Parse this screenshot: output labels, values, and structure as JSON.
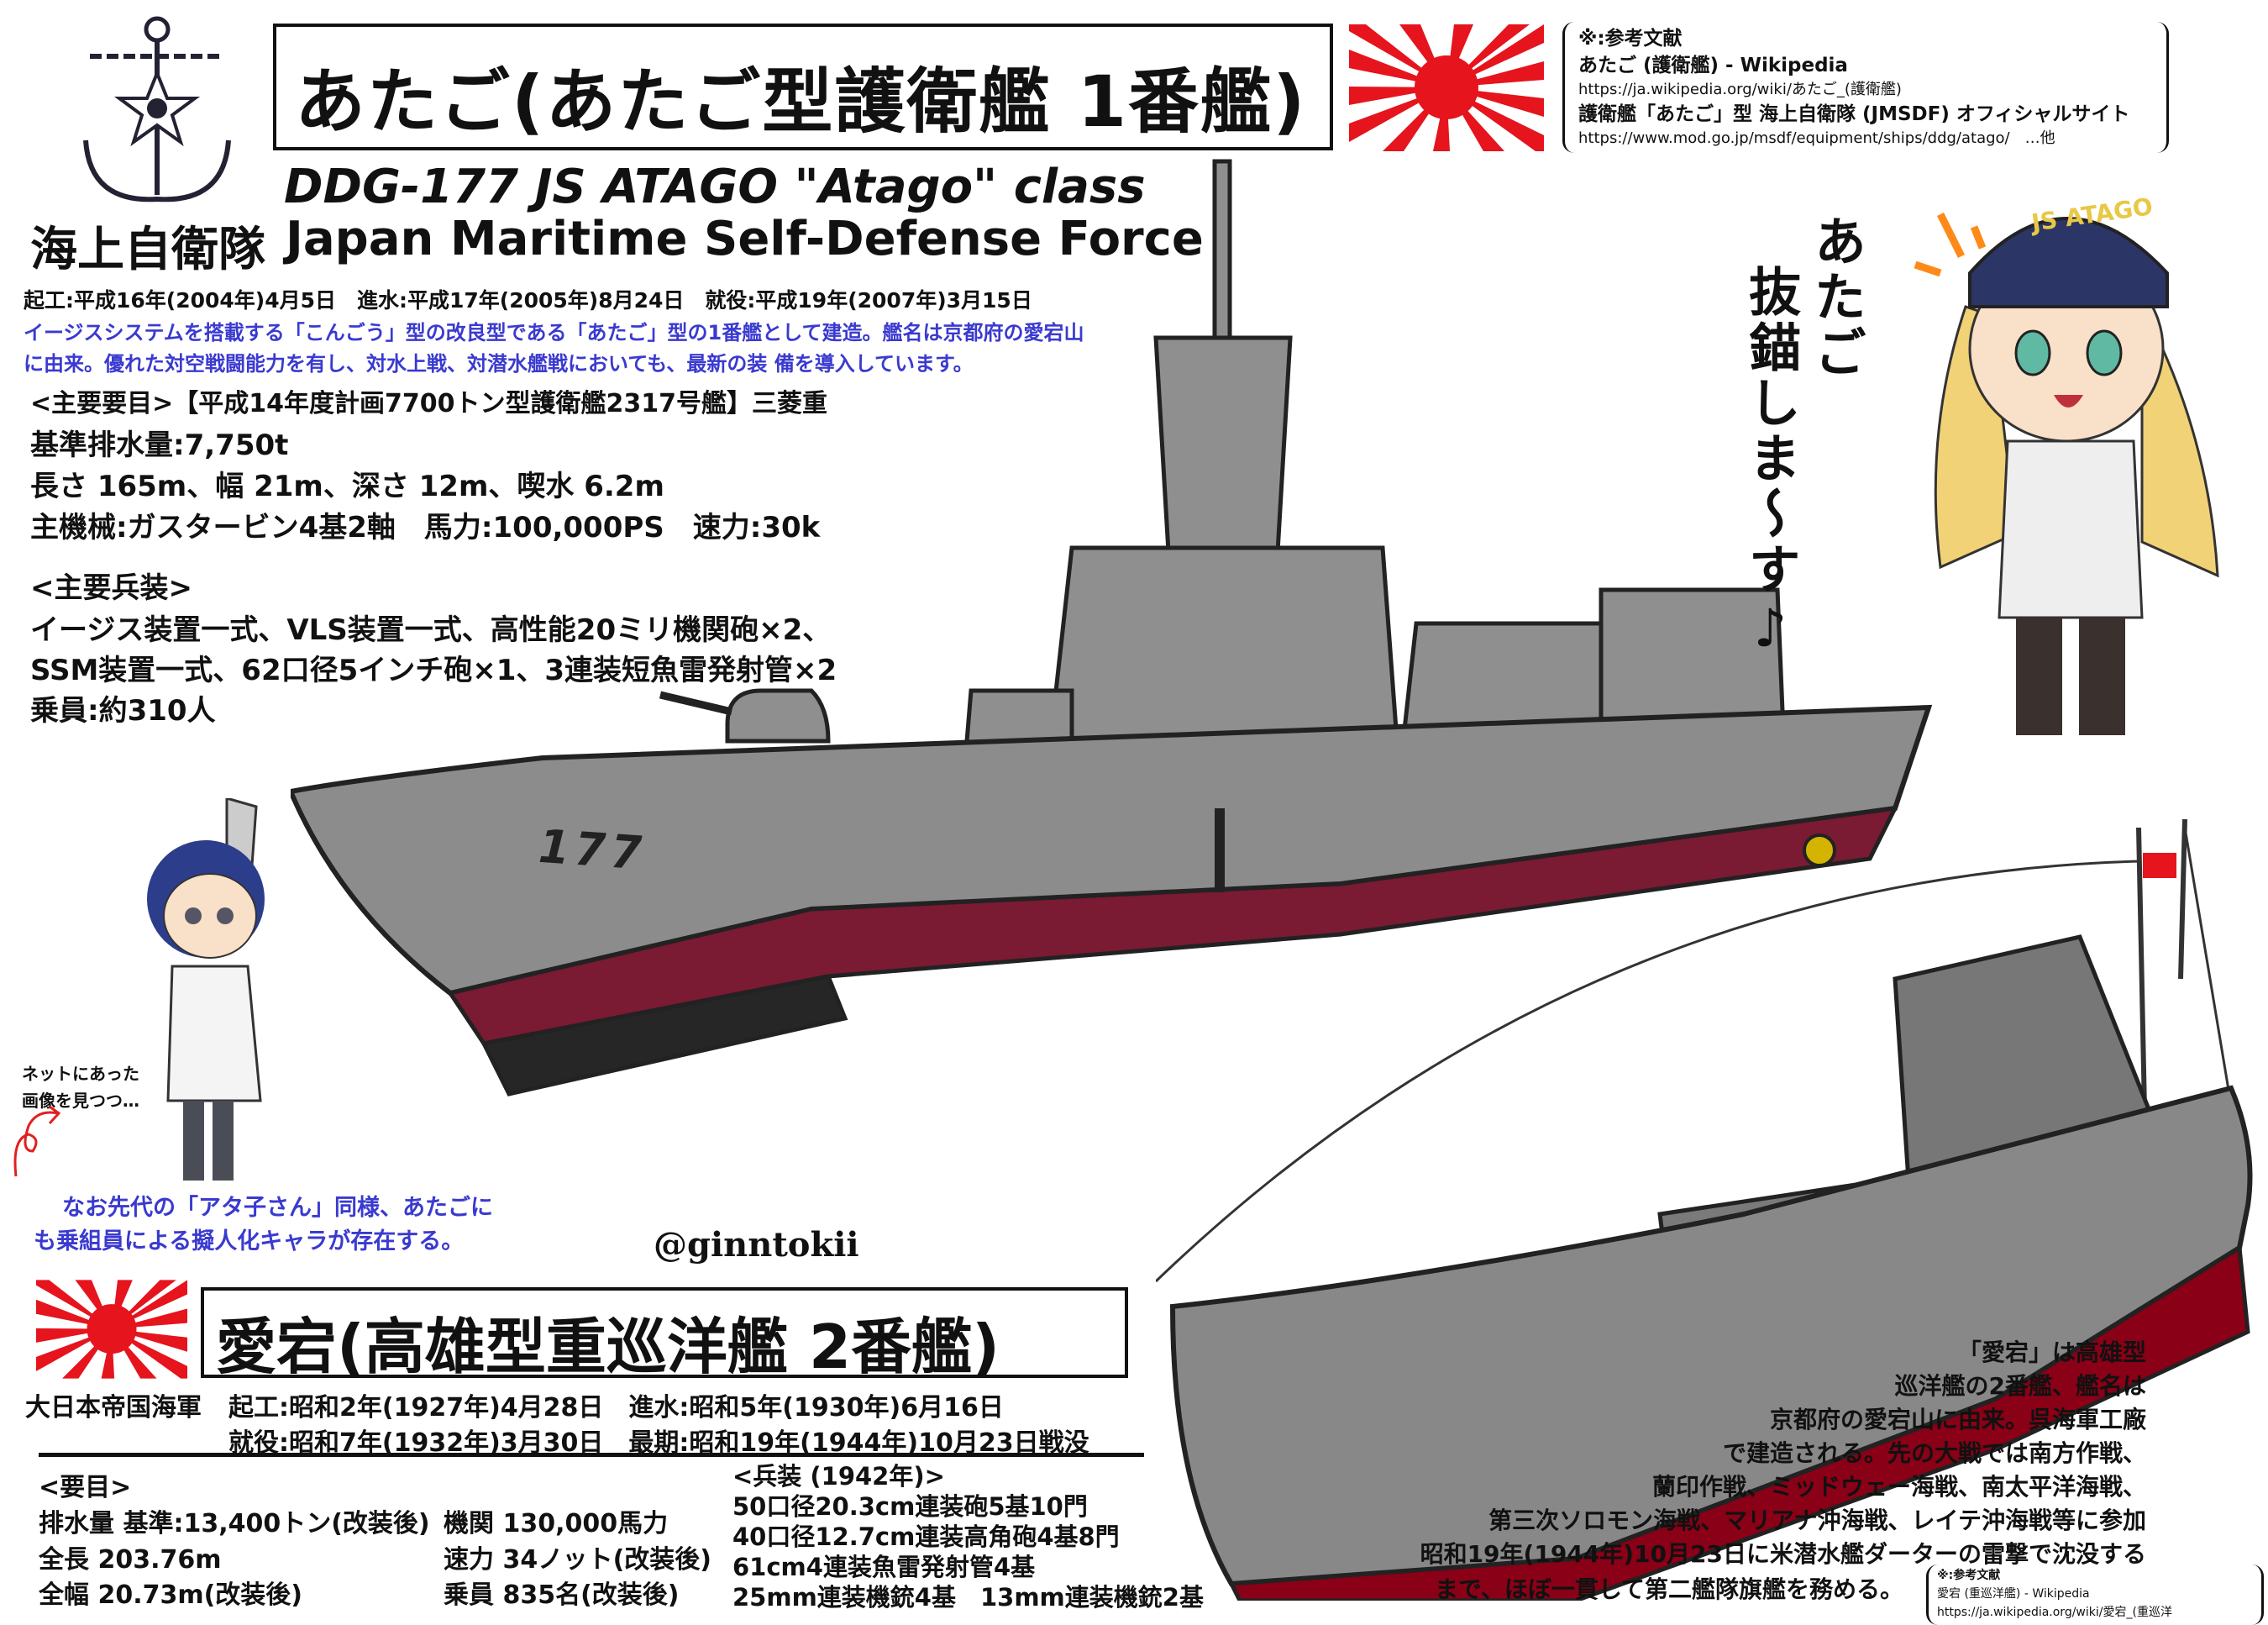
{
  "atago": {
    "title": "あたご(あたご型護衛艦 1番艦)",
    "subtitle_en": "DDG-177  JS  ATAGO  \"Atago\" class",
    "org_ja": "海上自衛隊",
    "org_en": "Japan Maritime Self-Defense Force",
    "dates": "起工:平成16年(2004年)4月5日　進水:平成17年(2005年)8月24日　就役:平成19年(2007年)3月15日",
    "description": [
      "イージスシステムを搭載する「こんごう」型の改良型である「あたご」型の1番艦として建造。艦名は京都府の愛宕山",
      "に由来。優れた対空戦闘能力を有し、対水上戦、対潜水艦戦においても、最新の装 備を導入しています。"
    ],
    "specs_header": "<主要要目>【平成14年度計画7700トン型護衛艦2317号艦】三菱重",
    "specs": [
      "基準排水量:7,750t",
      "長さ 165m、幅 21m、深さ 12m、喫水 6.2m",
      "主機械:ガスタービン4基2軸　馬力:100,000PS　速力:30k"
    ],
    "armament_header": "<主要兵装>",
    "armament": [
      "イージス装置一式、VLS装置一式、高性能20ミリ機関砲×2、",
      "SSM装置一式、62口径5インチ砲×1、3連装短魚雷発射管×2",
      "乗員:約310人"
    ],
    "hull_number": "177",
    "speech": [
      "あたご",
      "抜錨しま〜す♪"
    ],
    "cap_text": "JS ATAGO",
    "references": {
      "header": "※:参考文献",
      "items": [
        {
          "title": "あたご (護衛艦) - Wikipedia",
          "url": "https://ja.wikipedia.org/wiki/あたご_(護衛艦)"
        },
        {
          "title": "護衛艦「あたご」型 海上自衛隊 (JMSDF) オフィシャルサイト",
          "url": "https://www.mod.go.jp/msdf/equipment/ships/ddg/atago/　…他"
        }
      ]
    }
  },
  "notes": {
    "sketch_note": [
      "ネットにあった",
      "画像を見つつ…"
    ],
    "character_note": [
      "なお先代の「アタ子さん」同様、あたごに",
      "も乗組員による擬人化キャラが存在する。"
    ],
    "artist": "@ginntokii"
  },
  "takao": {
    "title": "愛宕(高雄型重巡洋艦 2番艦)",
    "navy": "大日本帝国海軍",
    "dates_line1": "起工:昭和2年(1927年)4月28日　進水:昭和5年(1930年)6月16日",
    "dates_line2": "就役:昭和7年(1932年)3月30日　最期:昭和19年(1944年)10月23日戦没",
    "specs_header": "<要目>",
    "specs_col1": [
      "排水量 基準:13,400トン(改装後)",
      "全長 203.76m",
      "全幅 20.73m(改装後)"
    ],
    "specs_col2": [
      "機関 130,000馬力",
      "速力 34ノット(改装後)",
      "乗員 835名(改装後)"
    ],
    "armament_header": "<兵装 (1942年)>",
    "armament": [
      "50口径20.3cm連装砲5基10門",
      "40口径12.7cm連装高角砲4基8門",
      "61cm4連装魚雷発射管4基",
      "25mm連装機銃4基　13mm連装機銃2基"
    ],
    "description": [
      "「愛宕」は高雄型",
      "巡洋艦の2番艦、艦名は",
      "京都府の愛宕山に由来。呉海軍工廠",
      "で建造される。先の大戦では南方作戦、",
      "蘭印作戦、ミッドウェー海戦、南太平洋海戦、",
      "第三次ソロモン海戦、マリアナ沖海戦、レイテ沖海戦等に参加",
      "昭和19年(1944年)10月23日に米潜水艦ダーターの雷撃で沈没する",
      "まで、ほぼ一貫して第二艦隊旗艦を務める。"
    ],
    "references": {
      "header": "※:参考文献",
      "title": "愛宕 (重巡洋艦) - Wikipedia",
      "url": "https://ja.wikipedia.org/wiki/愛宕_(重巡洋"
    }
  },
  "colors": {
    "flag_red": "#e5141d",
    "hull_gray": "#8c8c8c",
    "hull_red_modern": "#7a1a33",
    "hull_red_ww2": "#8a0016",
    "blue_text": "#3a3ad0"
  }
}
